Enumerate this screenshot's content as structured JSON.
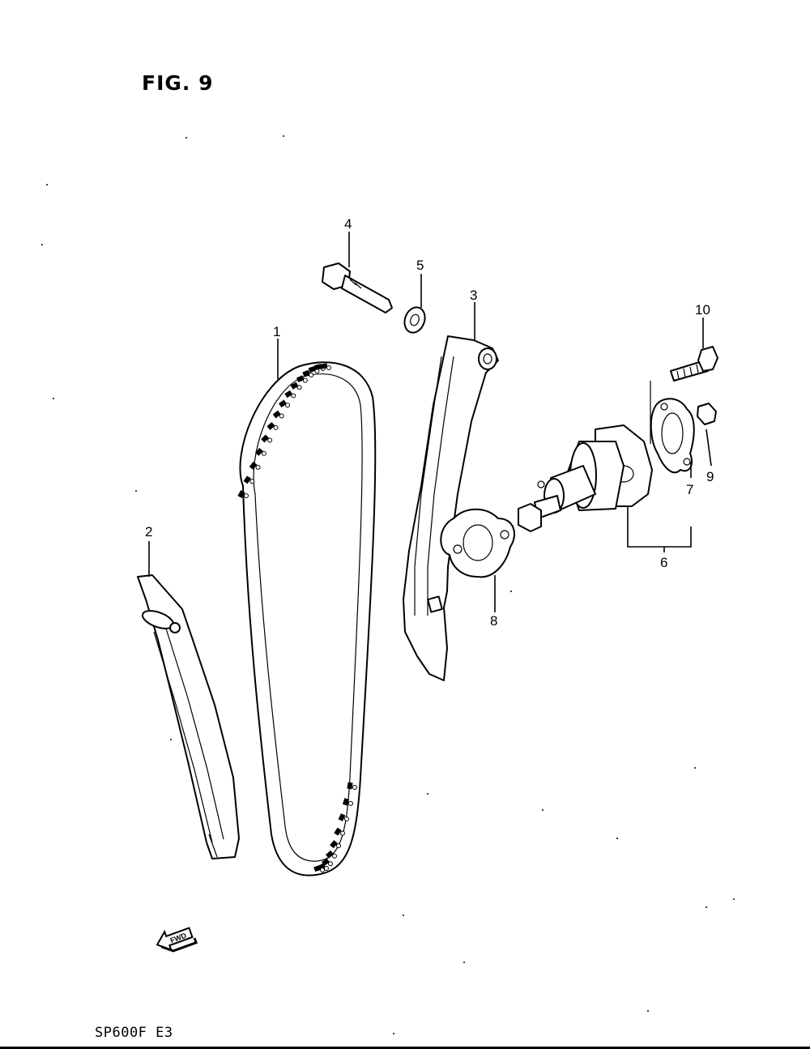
{
  "figure": {
    "title": "FIG. 9"
  },
  "footer": {
    "model_code": "SP600F  E3"
  },
  "fwd_arrow": {
    "label": "FWD"
  },
  "callouts": [
    {
      "id": "1",
      "text": "1"
    },
    {
      "id": "2",
      "text": "2"
    },
    {
      "id": "3",
      "text": "3"
    },
    {
      "id": "4",
      "text": "4"
    },
    {
      "id": "5",
      "text": "5"
    },
    {
      "id": "6",
      "text": "6"
    },
    {
      "id": "7",
      "text": "7"
    },
    {
      "id": "8",
      "text": "8"
    },
    {
      "id": "9",
      "text": "9"
    },
    {
      "id": "10",
      "text": "10"
    }
  ],
  "icons": [
    "cam-chain-icon",
    "chain-guide-icon",
    "tensioner-adjuster-icon",
    "gasket-icon",
    "bolt-icon",
    "washer-icon",
    "nut-icon",
    "fwd-arrow-icon"
  ]
}
